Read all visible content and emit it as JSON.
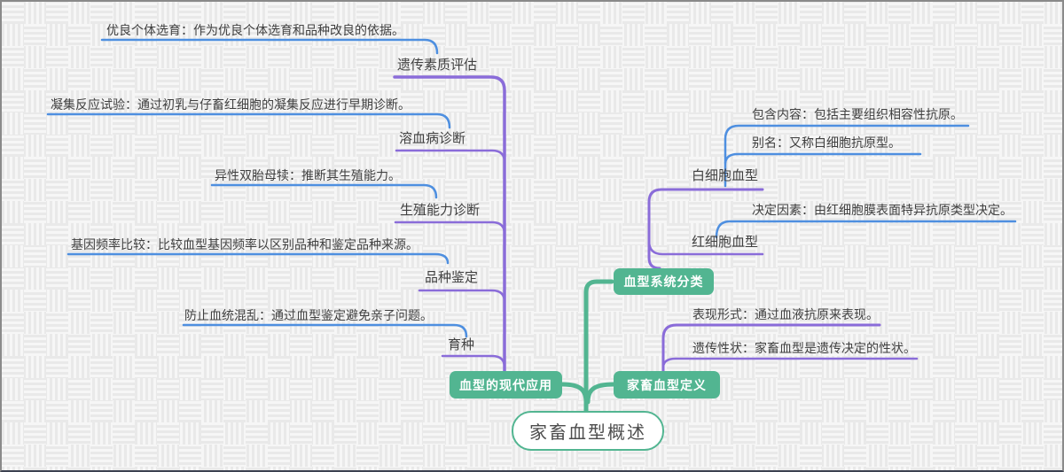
{
  "root": {
    "label": "家畜血型概述"
  },
  "branches": {
    "modern_applications": {
      "label": "血型的现代应用",
      "topics": [
        {
          "label": "遗传素质评估",
          "note": "优良个体选育：作为优良个体选育和品种改良的依据。"
        },
        {
          "label": "溶血病诊断",
          "note": "凝集反应试验：通过初乳与仔畜红细胞的凝集反应进行早期诊断。"
        },
        {
          "label": "生殖能力诊断",
          "note": "异性双胎母犊：推断其生殖能力。"
        },
        {
          "label": "品种鉴定",
          "note": "基因频率比较：比较血型基因频率以区别品种和鉴定品种来源。"
        },
        {
          "label": "育种",
          "note": "防止血统混乱：通过血型鉴定避免亲子问题。"
        }
      ]
    },
    "classification": {
      "label": "血型系统分类",
      "topics": [
        {
          "label": "白细胞血型",
          "notes": [
            "包含内容：包括主要组织相容性抗原。",
            "别名：又称白细胞抗原型。"
          ]
        },
        {
          "label": "红细胞血型",
          "notes": [
            "决定因素：由红细胞膜表面特异抗原类型决定。"
          ]
        }
      ]
    },
    "definition": {
      "label": "家畜血型定义",
      "notes": [
        "表现形式：通过血液抗原来表现。",
        "遗传性状：家畜血型是遗传决定的性状。"
      ]
    }
  },
  "colors": {
    "node_green": "#52b591",
    "branch_purple": "#8a6cd9",
    "link_blue": "#4e8fe0",
    "text": "#404040"
  }
}
